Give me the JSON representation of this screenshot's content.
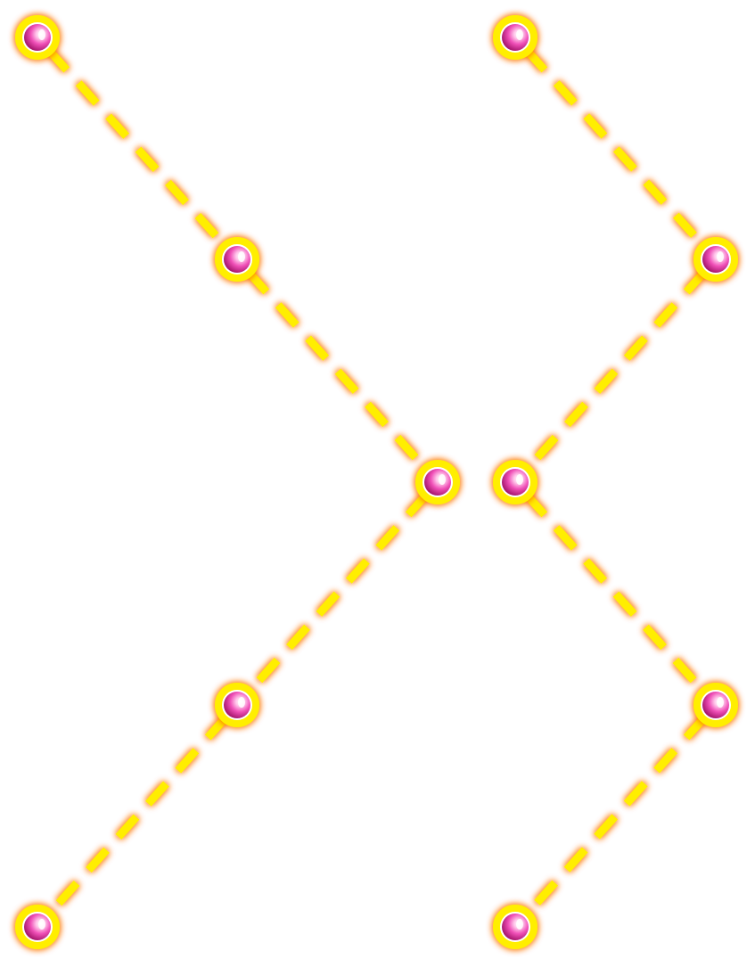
{
  "colors": {
    "background": "#ffffff",
    "dash": "#ffee00",
    "glow": "#ff7700",
    "ring": "#ffee00",
    "bead_highlight": "#ffffff",
    "bead_mid": "#f050b8",
    "bead_dark": "#8a0050"
  },
  "paths": [
    {
      "name": "left-zigzag-path",
      "nodes": [
        "n1",
        "n3",
        "n5",
        "n7",
        "n9"
      ]
    },
    {
      "name": "right-zigzag-path",
      "nodes": [
        "n2",
        "n4",
        "n6",
        "n8",
        "n10"
      ]
    }
  ],
  "node_style": "yellow-ring-pink-bead",
  "connector_style": "dashed-glowing-line"
}
